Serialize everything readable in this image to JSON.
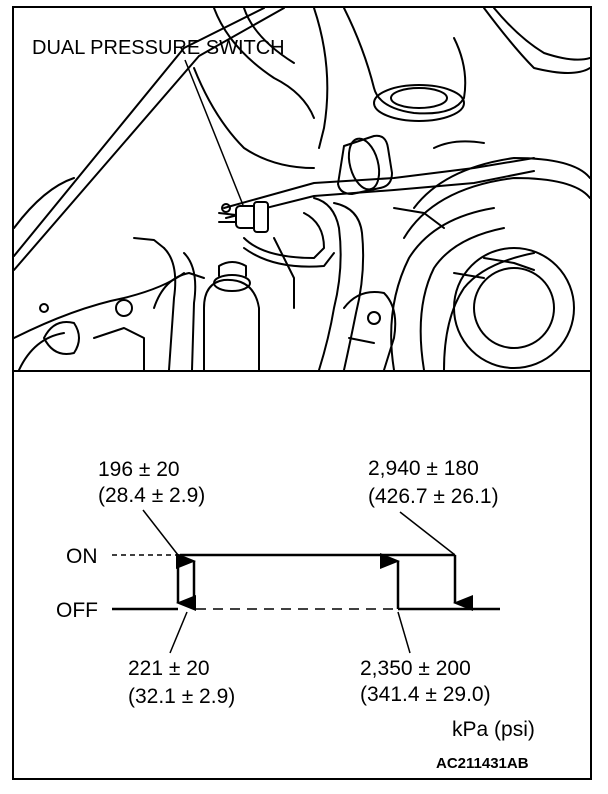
{
  "illustration": {
    "callout_label": "DUAL PRESSURE SWITCH"
  },
  "graph": {
    "state_on": "ON",
    "state_off": "OFF",
    "low_off_to_on_kpa": "196 ± 20",
    "low_off_to_on_psi": "(28.4 ± 2.9)",
    "high_on_to_off_kpa": "2,940 ± 180",
    "high_on_to_off_psi": "(426.7 ± 26.1)",
    "low_on_to_off_kpa": "221 ± 20",
    "low_on_to_off_psi": "(32.1 ± 2.9)",
    "high_off_to_on_kpa": "2,350 ± 200",
    "high_off_to_on_psi": "(341.4 ± 29.0)",
    "unit_label": "kPa (psi)"
  },
  "figure_code": "AC211431AB",
  "colors": {
    "ink": "#000000",
    "paper": "#ffffff"
  }
}
